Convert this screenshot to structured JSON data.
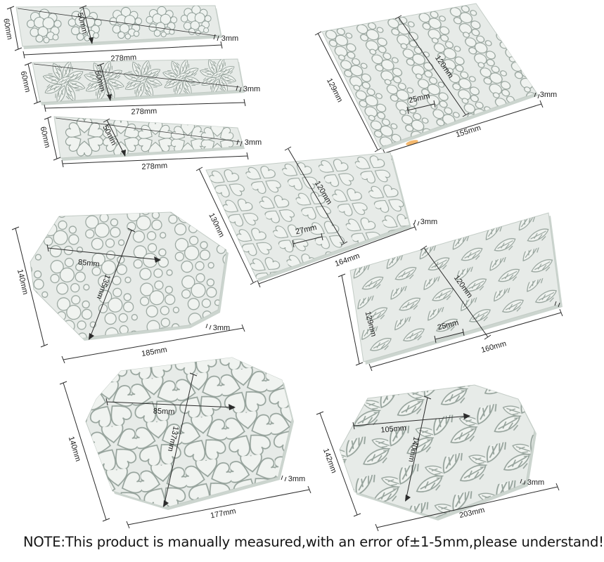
{
  "note": "NOTE:This product is manually measured,with an error of±1-5mm,please understand!",
  "molds": {
    "strip_berry": {
      "height": "60mm",
      "cluster": "50mm",
      "length": "278mm",
      "thickness": "3mm"
    },
    "strip_leaf": {
      "height": "60mm",
      "cluster": "50mm",
      "length": "278mm",
      "thickness": "3mm"
    },
    "strip_flower": {
      "height": "60mm",
      "cluster": "50mm",
      "length": "278mm",
      "thickness": "3mm"
    },
    "grid_bubble": {
      "height": "129mm",
      "strip_length": "120mm",
      "strip_width": "25mm",
      "width": "155mm",
      "thickness": "3mm"
    },
    "grid_flower": {
      "height": "130mm",
      "strip_length": "120mm",
      "strip_width": "27mm",
      "width": "164mm",
      "thickness": "3mm"
    },
    "grid_leaf": {
      "height": "129mm",
      "strip_length": "120mm",
      "strip_width": "25mm",
      "width": "160mm"
    },
    "oct_bubble": {
      "height": "140mm",
      "inner_width": "85mm",
      "diagonal": "135mm",
      "width": "185mm",
      "thickness": "3mm"
    },
    "oct_flower": {
      "height": "140mm",
      "inner_width": "85mm",
      "diagonal": "137mm",
      "width": "177mm",
      "thickness": "3mm"
    },
    "oct_leaf": {
      "height": "142mm",
      "inner_width": "105mm",
      "diagonal": "140mm",
      "width": "203mm",
      "thickness": "3mm"
    }
  }
}
